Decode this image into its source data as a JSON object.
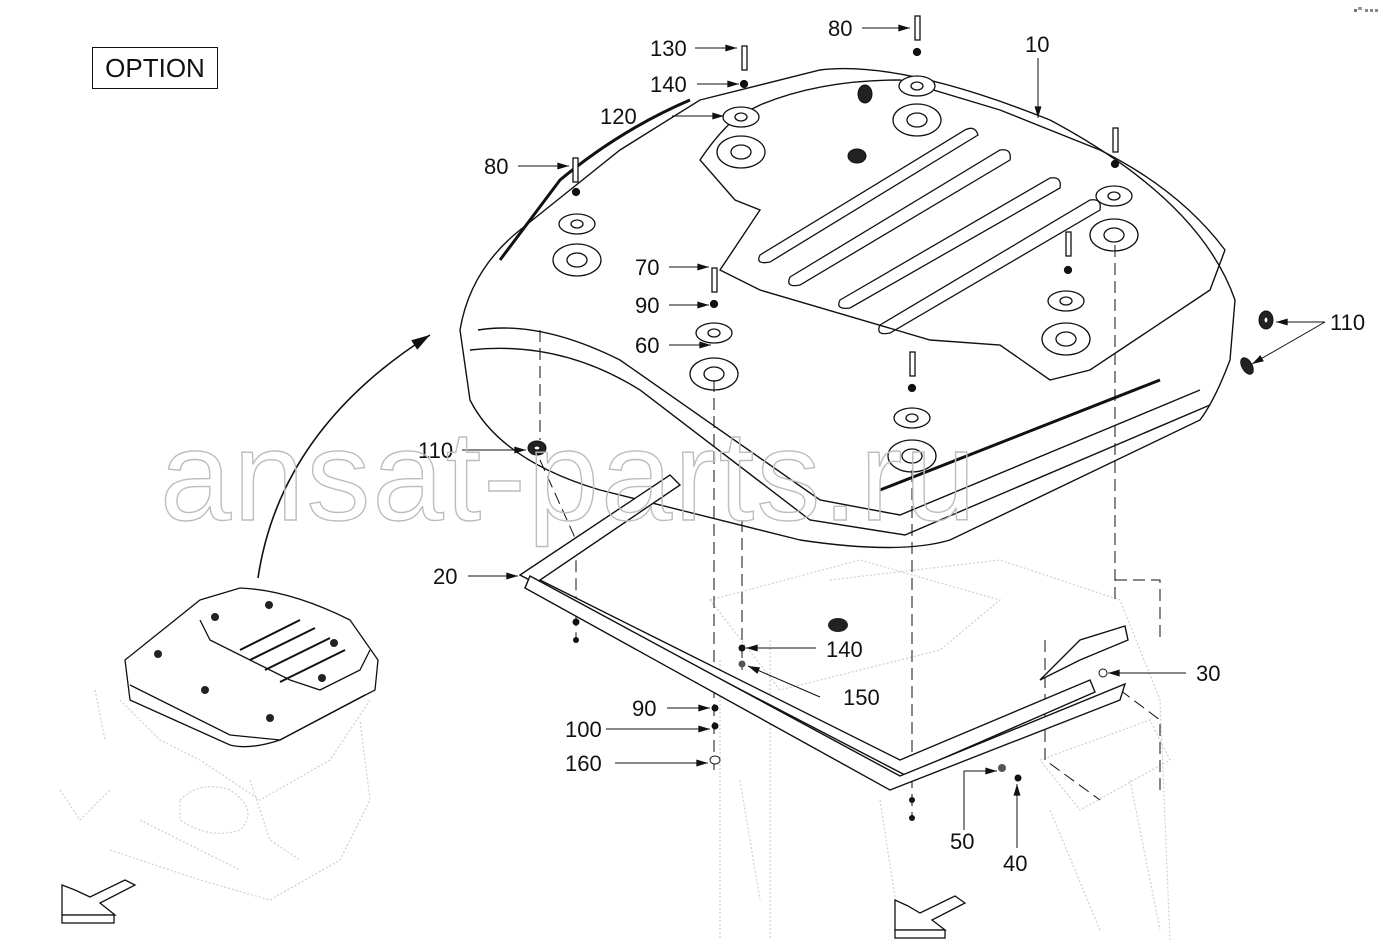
{
  "option_label": "OPTION",
  "watermark": "ansat-parts.ru",
  "callouts": {
    "c10": "10",
    "c20": "20",
    "c30": "30",
    "c40": "40",
    "c50": "50",
    "c60": "60",
    "c70": "70",
    "c80_top": "80",
    "c80_left": "80",
    "c90_upper": "90",
    "c90_lower": "90",
    "c100": "100",
    "c110_right": "110",
    "c110_left": "110",
    "c120": "120",
    "c130": "130",
    "c140_top": "140",
    "c140_lower": "140",
    "c150": "150",
    "c160": "160"
  },
  "icons": {
    "view_arrow": "view-direction-arrow",
    "fastener": "bolt",
    "washer": "washer",
    "grommet": "grommet"
  }
}
